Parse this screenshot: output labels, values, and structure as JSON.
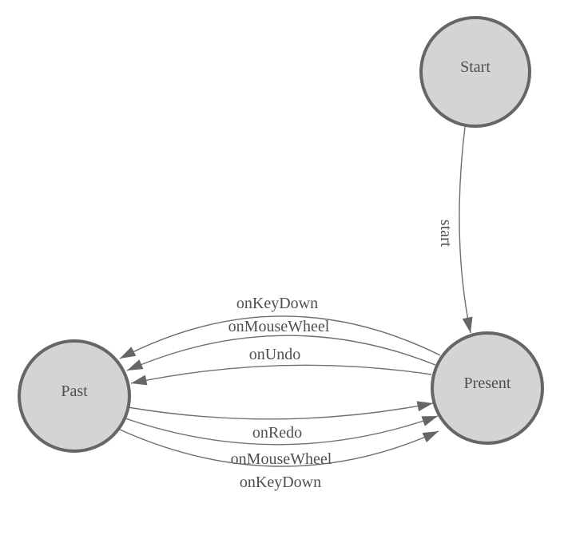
{
  "diagram": {
    "type": "state-machine",
    "colors": {
      "background": "#ffffff",
      "node_fill": "#d4d4d4",
      "node_stroke": "#666666",
      "edge": "#6f6f6f",
      "label": "#4f4f4f"
    },
    "nodes": [
      {
        "id": "start",
        "label": "Start"
      },
      {
        "id": "present",
        "label": "Present"
      },
      {
        "id": "past",
        "label": "Past"
      }
    ],
    "edges": {
      "start_to_present": {
        "from": "Start",
        "to": "Present",
        "label": "start"
      },
      "present_to_past": [
        {
          "from": "Present",
          "to": "Past",
          "label": "onKeyDown"
        },
        {
          "from": "Present",
          "to": "Past",
          "label": "onMouseWheel"
        },
        {
          "from": "Present",
          "to": "Past",
          "label": "onUndo"
        }
      ],
      "past_to_present": [
        {
          "from": "Past",
          "to": "Present",
          "label": "onRedo"
        },
        {
          "from": "Past",
          "to": "Present",
          "label": "onMouseWheel"
        },
        {
          "from": "Past",
          "to": "Present",
          "label": "onKeyDown"
        }
      ]
    }
  }
}
